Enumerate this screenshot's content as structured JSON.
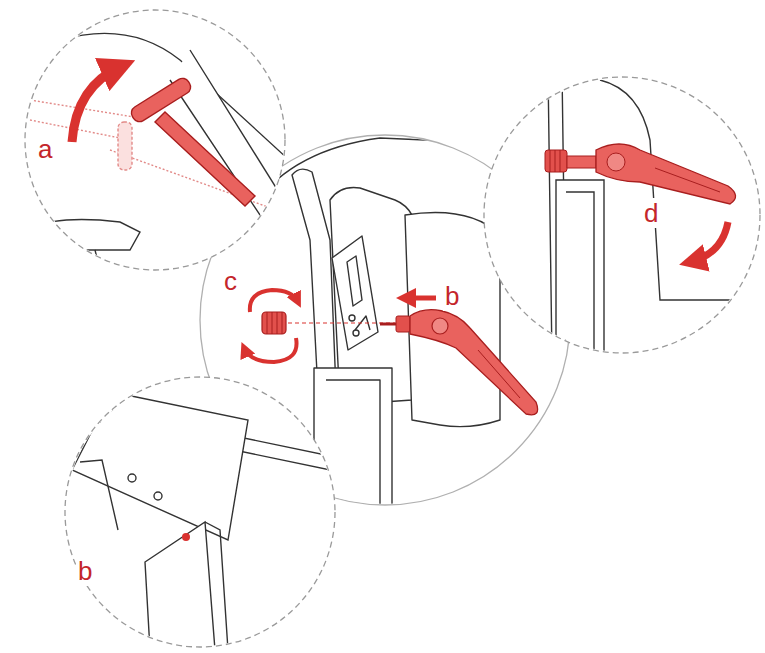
{
  "diagram": {
    "labels": [
      "a",
      "d",
      "c",
      "b",
      "b"
    ]
  }
}
